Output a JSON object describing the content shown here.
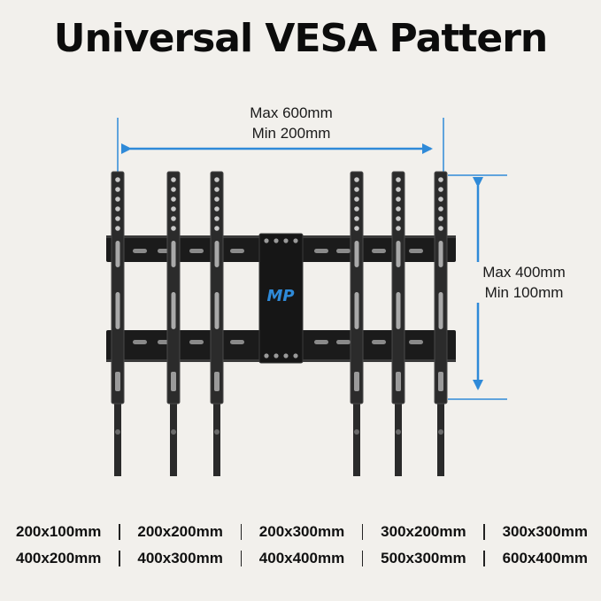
{
  "title": "Universal VESA Pattern",
  "width_spec": {
    "max": "Max 600mm",
    "min": "Min 200mm"
  },
  "height_spec": {
    "max": "Max 400mm",
    "min": "Min 100mm"
  },
  "colors": {
    "accent": "#2f8ad8",
    "metal": "#1b1b1b",
    "background": "#f2f0ec"
  },
  "logo_text": "MP",
  "vesa_sizes": [
    [
      "200x100mm",
      "200x200mm",
      "200x300mm",
      "300x200mm",
      "300x300mm"
    ],
    [
      "400x200mm",
      "400x300mm",
      "400x400mm",
      "500x300mm",
      "600x400mm"
    ]
  ]
}
